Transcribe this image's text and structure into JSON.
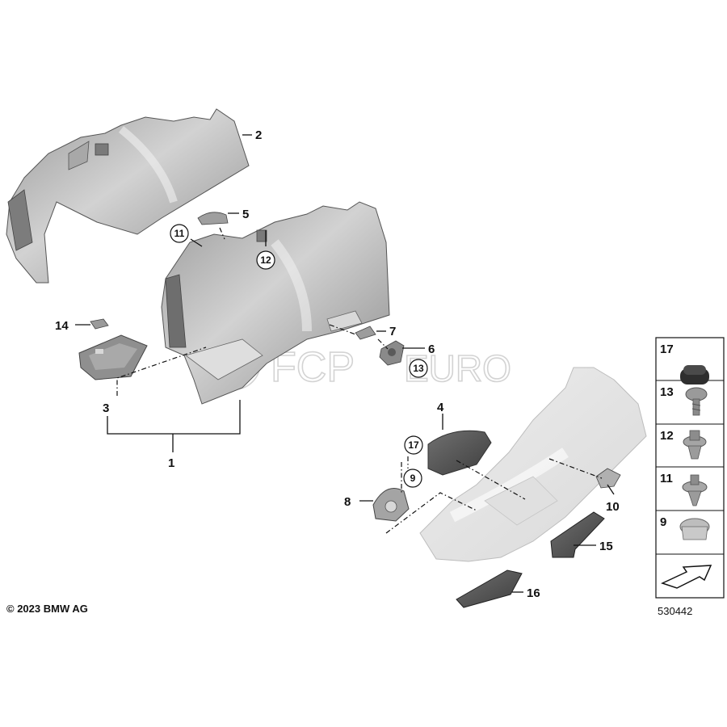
{
  "callouts": {
    "c1": "1",
    "c2": "2",
    "c3": "3",
    "c4": "4",
    "c5": "5",
    "c6": "6",
    "c7": "7",
    "c8": "8",
    "c9": "9",
    "c10": "10",
    "c11": "11",
    "c12": "12",
    "c13": "13",
    "c14": "14",
    "c15": "15",
    "c16": "16",
    "c17": "17"
  },
  "legend": {
    "items": [
      {
        "label": "17",
        "icon": "rubber-plug-icon"
      },
      {
        "label": "13",
        "icon": "screw-icon"
      },
      {
        "label": "12",
        "icon": "expanding-rivet-icon"
      },
      {
        "label": "11",
        "icon": "push-clip-icon"
      },
      {
        "label": "9",
        "icon": "cap-plug-icon"
      }
    ],
    "arrow_icon": "arrow-icon"
  },
  "watermark": {
    "brand_left": "FCP",
    "brand_right": "EURO"
  },
  "footer": {
    "copyright": "© 2023 BMW AG",
    "diagram_number": "530442"
  },
  "colors": {
    "panel_dark": "#8e8e8e",
    "panel_mid": "#b5b5b5",
    "panel_light": "#e8e8e8",
    "line": "#111111"
  }
}
